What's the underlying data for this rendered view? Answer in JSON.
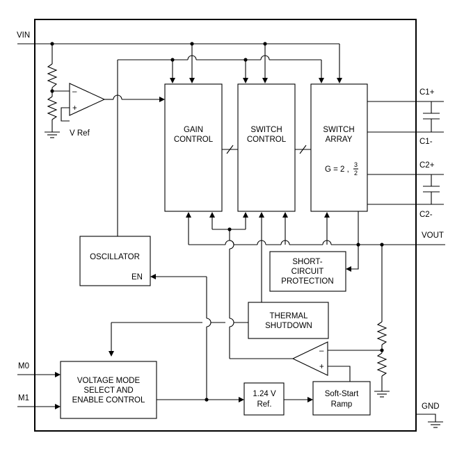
{
  "pins": {
    "vin": "VIN",
    "c1_plus": "C1+",
    "c1_minus": "C1-",
    "c2_plus": "C2+",
    "c2_minus": "C2-",
    "vout": "VOUT",
    "gnd": "GND",
    "m0": "M0",
    "m1": "M1"
  },
  "labels": {
    "vref": "V Ref",
    "minus": "–",
    "plus": "+",
    "gain_eq_prefix": "G =  2 ,",
    "gain_num": "3",
    "gain_den": "2"
  },
  "blocks": {
    "gain_control": [
      "GAIN",
      "CONTROL"
    ],
    "switch_control": [
      "SWITCH",
      "CONTROL"
    ],
    "switch_array": [
      "SWITCH",
      "ARRAY"
    ],
    "oscillator": "OSCILLATOR",
    "oscillator_en": "EN",
    "short_circuit": [
      "SHORT-",
      "CIRCUIT",
      "PROTECTION"
    ],
    "thermal": [
      "THERMAL",
      "SHUTDOWN"
    ],
    "voltage_mode": [
      "VOLTAGE MODE",
      "SELECT AND",
      "ENABLE CONTROL"
    ],
    "ref": [
      "1.24 V",
      "Ref."
    ],
    "softstart": [
      "Soft-Start",
      "Ramp"
    ]
  }
}
